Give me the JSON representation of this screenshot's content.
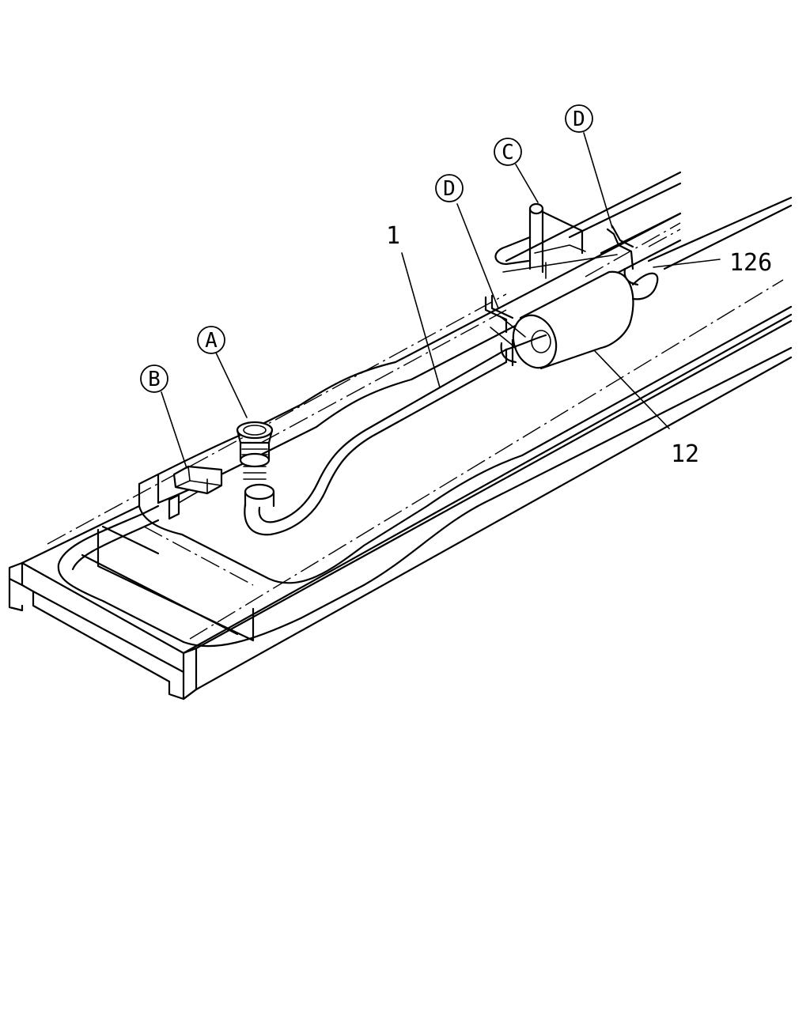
{
  "diagram": {
    "callouts": {
      "pipe": "1",
      "muffler": "12",
      "tail_pipe": "126"
    },
    "bubbles": {
      "a": "A",
      "b": "B",
      "c": "C",
      "d_left": "D",
      "d_right": "D"
    }
  }
}
